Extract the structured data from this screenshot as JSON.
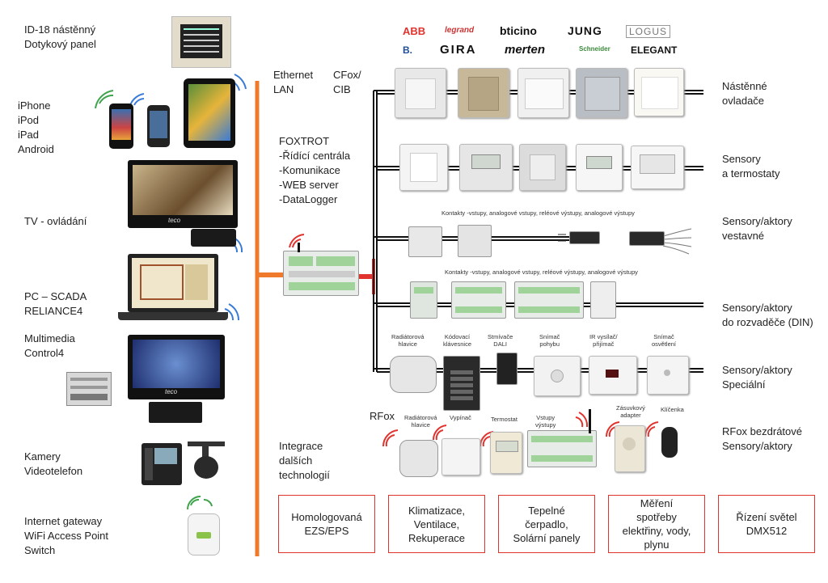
{
  "left_labels": {
    "touch_panel": "ID-18 nástěnný\nDotykový panel",
    "mobile": "iPhone\niPod\niPad\nAndroid",
    "tv": "TV - ovládání",
    "pc": "PC – SCADA\nRELIANCE4",
    "multimedia": "Multimedia\nControl4",
    "cameras": "Kamery\nVideotelefon",
    "gateway": "Internet gateway\nWiFi Access Point\nSwitch"
  },
  "center_labels": {
    "ethernet": "Ethernet\nLAN",
    "cfox": "CFox/\nCIB",
    "foxtrot": "FOXTROT\n-Řídící centrála\n-Komunikace\n-WEB server\n-DataLogger",
    "integration": "Integrace\ndalších\ntechnologií",
    "rfox": "RFox",
    "tv_brand": "teco",
    "multimedia_brand": "teco"
  },
  "brands": [
    "ABB",
    "legrand",
    "bticino",
    "JUNG",
    "LOGUS",
    "B.",
    "GIRA",
    "merten",
    "Schneider",
    "ELEGANT"
  ],
  "right_labels": {
    "row1": "Nástěnné\novladače",
    "row2": "Sensory\na termostaty",
    "row3": "Sensory/aktory\n vestavné",
    "row4": "Sensory/aktory\ndo rozvaděče (DIN)",
    "row5": "Sensory/aktory\nSpeciální",
    "row6": "RFox bezdrátové\nSensory/aktory"
  },
  "captions": {
    "contacts1": "Kontakty -vstupy, analogové vstupy, reléové výstupy, analogové výstupy",
    "contacts2": "Kontakty -vstupy, analogové vstupy, reléové výstupy, analogové výstupy",
    "radiator1": "Radiátorová\nhlavice",
    "keypad": "Kódovací\nklávesnice",
    "dali": "Stmívače\nDALI",
    "motion": "Snímač\npohybu",
    "ir": "IR vysílač/\npřijímač",
    "light": "Snímač\nosvětlení",
    "radiator2": "Radiátorová\nhlavice",
    "switch": "Vypínač",
    "thermostat": "Termostat",
    "io": "Vstupy\nvýstupy",
    "socket": "Zásuvkový\nadapter",
    "keyfob": "Klíčenka"
  },
  "boxes": [
    "Homologovaná\nEZS/EPS",
    "Klimatizace,\nVentilace,\nRekuperace",
    "Tepelné\nčerpadlo,\nSolární panely",
    "Měření\nspotřeby\nelektřiny, vody,\nplynu",
    "Řízení světel\nDMX512"
  ],
  "colors": {
    "accent_orange": "#f07a2c",
    "bus_red": "#e0332e",
    "line_black": "#111111"
  }
}
